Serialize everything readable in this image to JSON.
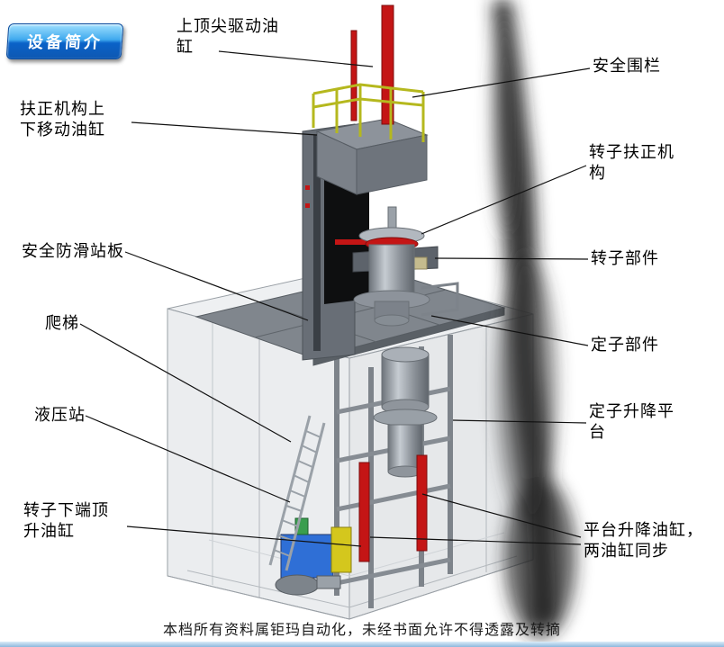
{
  "badge": {
    "label": "设备简介"
  },
  "annotations": {
    "top_drive_cylinder": "上顶尖驱动油\n缸",
    "safety_fence": "安全围栏",
    "centering_move_cylinder": "扶正机构上\n下移动油缸",
    "rotor_centering_mech": "转子扶正机\n构",
    "antislip_platform": "安全防滑站板",
    "rotor_part": "转子部件",
    "ladder": "爬梯",
    "stator_part": "定子部件",
    "hydraulic_station": "液压站",
    "stator_lift_platform": "定子升降平\n台",
    "rotor_bottom_jack_cylinder": "转子下端顶\n升油缸",
    "platform_lift_cylinders": "平台升降油缸，\n两油缸同步"
  },
  "footer": {
    "text": "本档所有资料属钜玛自动化，未经书面允许不得透露及转摘"
  },
  "colors": {
    "red": "#c41515",
    "yellow_rail": "#b5b81e",
    "blue_tank": "#2f6fd6",
    "yellow_unit": "#d4c71d",
    "green_valve": "#3a9e4e",
    "platform_gray": "#80868d",
    "frame_gray": "#6f757d"
  }
}
